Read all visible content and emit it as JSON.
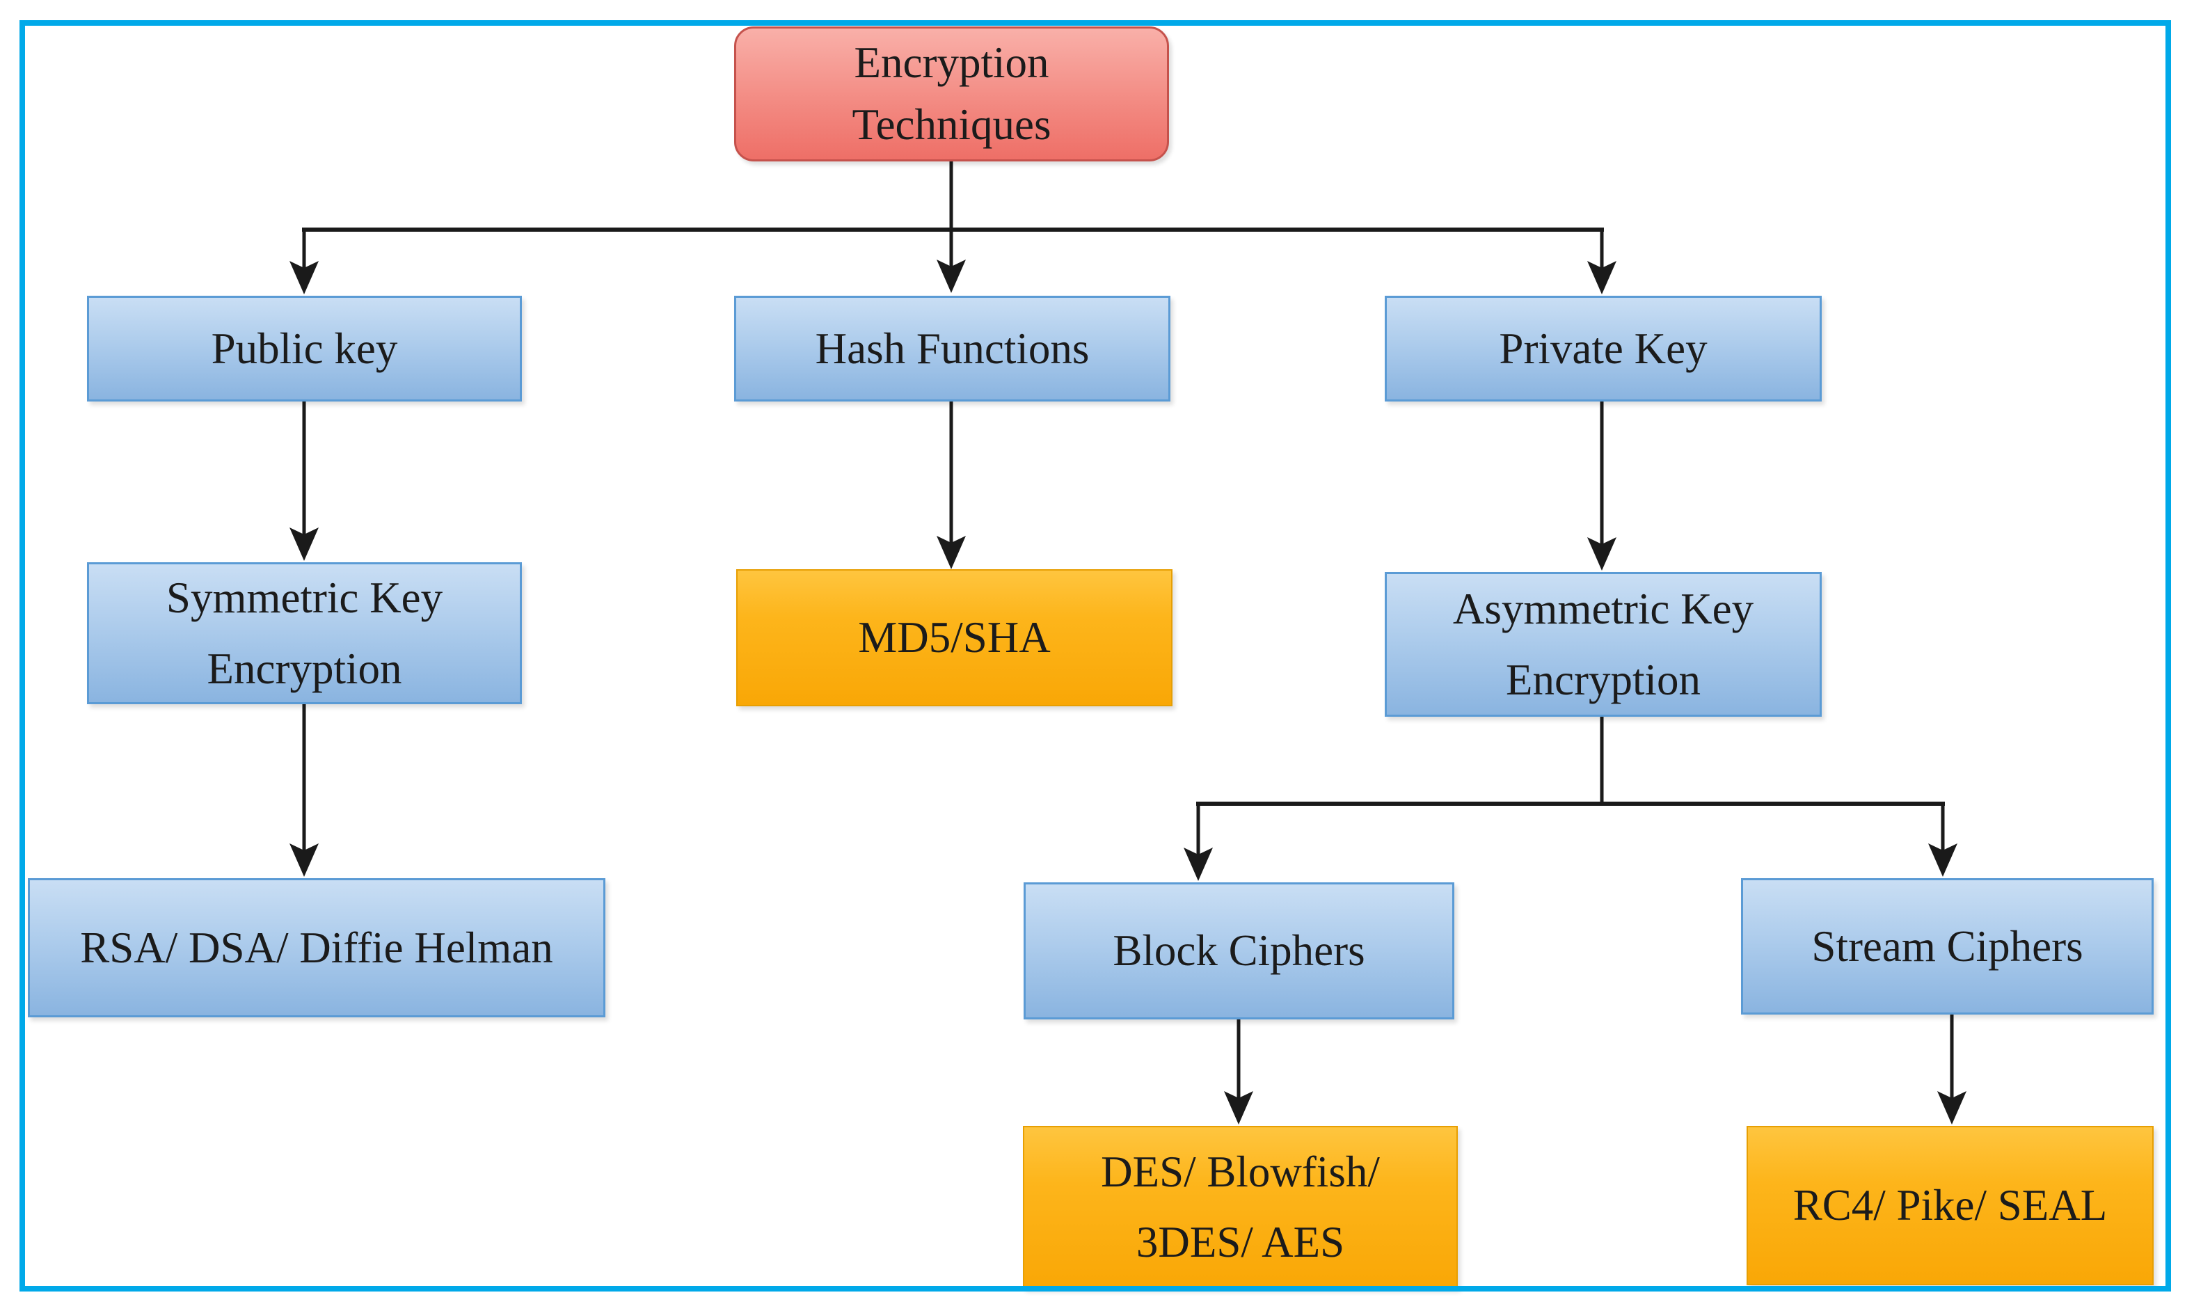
{
  "diagram": {
    "title": "Encryption Techniques",
    "type": "flowchart-tree",
    "nodes": [
      {
        "id": "encryption-techniques",
        "label": "Encryption\nTechniques",
        "style": "root-red"
      },
      {
        "id": "public-key",
        "label": "Public key",
        "style": "category-blue"
      },
      {
        "id": "hash-functions",
        "label": "Hash Functions",
        "style": "category-blue"
      },
      {
        "id": "private-key",
        "label": "Private Key",
        "style": "category-blue"
      },
      {
        "id": "symmetric-key-encryption",
        "label": "Symmetric Key\nEncryption",
        "style": "category-blue"
      },
      {
        "id": "md5-sha",
        "label": "MD5/SHA",
        "style": "leaf-orange"
      },
      {
        "id": "asymmetric-key-encryption",
        "label": "Asymmetric Key\nEncryption",
        "style": "category-blue"
      },
      {
        "id": "rsa-dsa-diffie-helman",
        "label": "RSA/ DSA/ Diffie Helman",
        "style": "category-blue"
      },
      {
        "id": "block-ciphers",
        "label": "Block Ciphers",
        "style": "category-blue"
      },
      {
        "id": "stream-ciphers",
        "label": "Stream Ciphers",
        "style": "category-blue"
      },
      {
        "id": "des-blowfish-3des-aes",
        "label": "DES/ Blowfish/\n3DES/ AES",
        "style": "leaf-orange"
      },
      {
        "id": "rc4-pike-seal",
        "label": "RC4/ Pike/ SEAL",
        "style": "leaf-orange"
      }
    ],
    "edges": [
      {
        "from": "encryption-techniques",
        "to": "public-key"
      },
      {
        "from": "encryption-techniques",
        "to": "hash-functions"
      },
      {
        "from": "encryption-techniques",
        "to": "private-key"
      },
      {
        "from": "public-key",
        "to": "symmetric-key-encryption"
      },
      {
        "from": "hash-functions",
        "to": "md5-sha"
      },
      {
        "from": "private-key",
        "to": "asymmetric-key-encryption"
      },
      {
        "from": "symmetric-key-encryption",
        "to": "rsa-dsa-diffie-helman"
      },
      {
        "from": "asymmetric-key-encryption",
        "to": "block-ciphers"
      },
      {
        "from": "asymmetric-key-encryption",
        "to": "stream-ciphers"
      },
      {
        "from": "block-ciphers",
        "to": "des-blowfish-3des-aes"
      },
      {
        "from": "stream-ciphers",
        "to": "rc4-pike-seal"
      }
    ],
    "colors": {
      "frame": "#00A9E9",
      "root_fill_top": "#F9B0A9",
      "root_fill_bottom": "#EE6F67",
      "root_border": "#C5524C",
      "category_fill_top": "#C9DEF4",
      "category_fill_bottom": "#8AB4E0",
      "category_border": "#5B9BD5",
      "leaf_fill_top": "#FEC53F",
      "leaf_fill_bottom": "#F9A706",
      "leaf_border": "#E79F03",
      "connector": "#1A1A1A",
      "text": "#1B1B1B",
      "background": "#FFFFFF"
    }
  }
}
